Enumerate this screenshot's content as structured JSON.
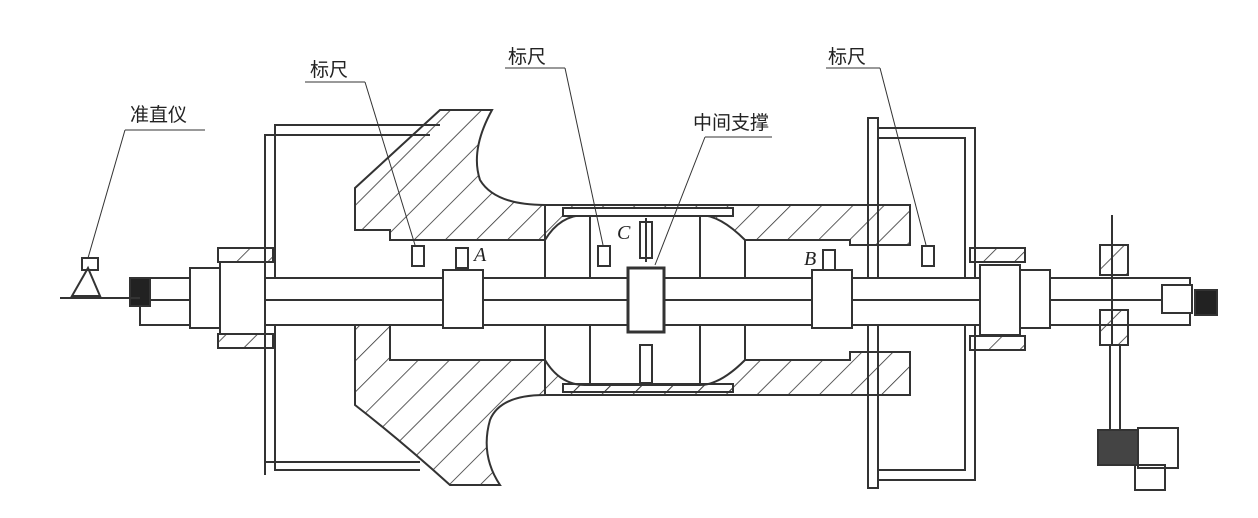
{
  "labels": {
    "collimator": "准直仪",
    "scale_left": "标尺",
    "scale_middle": "标尺",
    "scale_right": "标尺",
    "middle_support": "中间支撑"
  },
  "points": {
    "a": "A",
    "b": "B",
    "c": "C"
  }
}
